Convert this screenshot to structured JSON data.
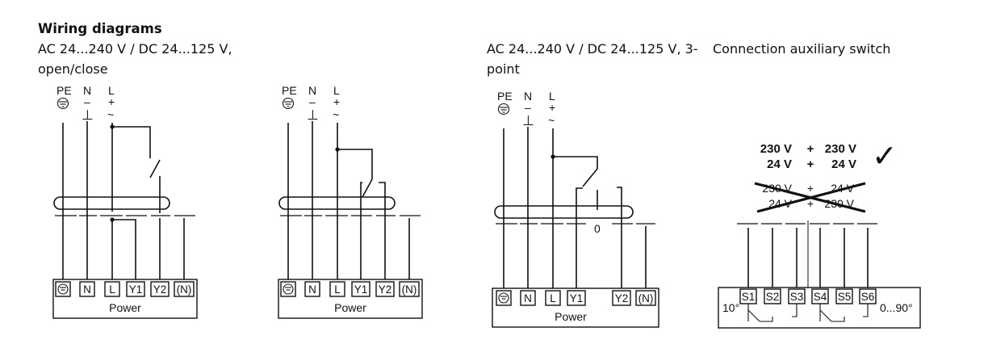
{
  "heading": "Wiring diagrams",
  "captions": {
    "open_close_line1": "AC 24...240 V / DC 24...125 V,",
    "open_close_line2": "open/close",
    "three_point_line1": "AC 24...240 V / DC 24...125 V, 3-",
    "three_point_line2": "point",
    "aux_switch": "Connection auxiliary switch"
  },
  "supply_labels": {
    "pe": "PE",
    "n": "N",
    "l": "L",
    "minus": "–",
    "plus": "+",
    "ac": "~",
    "gnd_bar": "⊥"
  },
  "open_close_terminals": [
    "N",
    "L",
    "Y1",
    "Y2",
    "(N)"
  ],
  "three_point_terminals": [
    "N",
    "L",
    "Y1",
    "Y2",
    "(N)"
  ],
  "box_label": "Power",
  "zero_position": "0",
  "aux": {
    "terminals": [
      "S1",
      "S2",
      "S3",
      "S4",
      "S5",
      "S6"
    ],
    "angle_left": "10°",
    "angle_right": "0...90°",
    "ok_row1": [
      "230 V",
      "+",
      "230 V"
    ],
    "ok_row2": [
      "24 V",
      "+",
      "24 V"
    ],
    "bad_row1": [
      "230 V",
      "+",
      "24 V"
    ],
    "bad_row2": [
      "24 V",
      "+",
      "230 V"
    ],
    "check_mark": "✓"
  }
}
